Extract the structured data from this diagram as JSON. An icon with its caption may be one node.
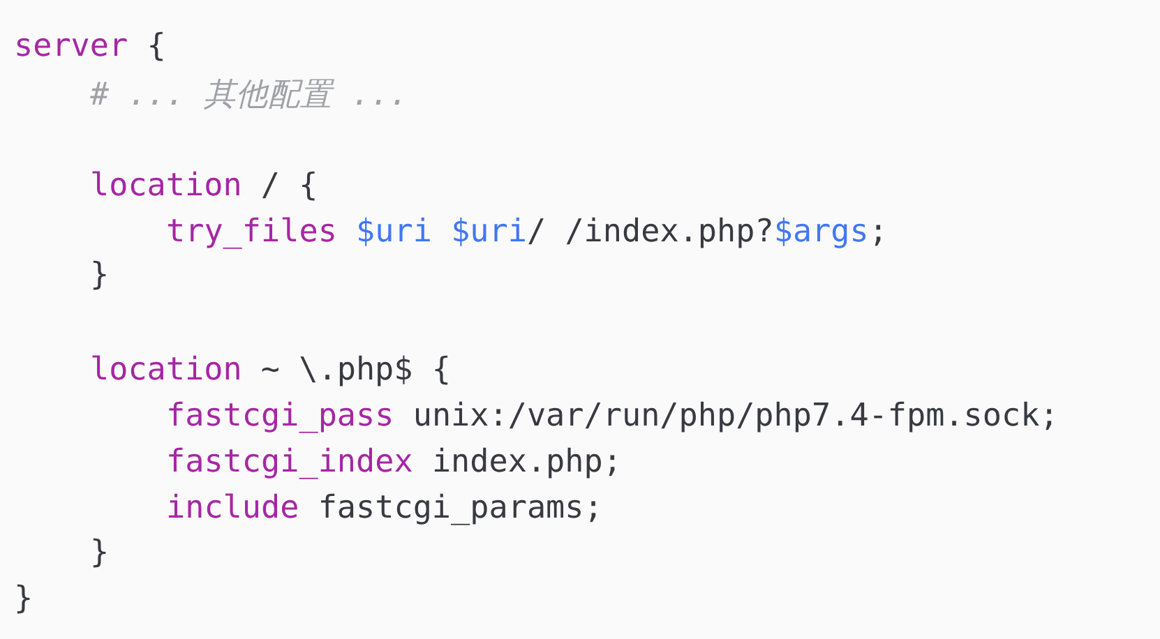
{
  "diagram": {
    "labels": [
      "server {",
      "# ... 其他配置 ...",
      "location / {",
      "try_files $uri $uri/ /index.php?$args;",
      "}",
      "location ~ \\.php$ {",
      "fastcgi_pass unix:/var/run/php/php7.4-fpm.sock;",
      "fastcgi_index index.php;",
      "include fastcgi_params;",
      "}",
      "}"
    ]
  }
}
